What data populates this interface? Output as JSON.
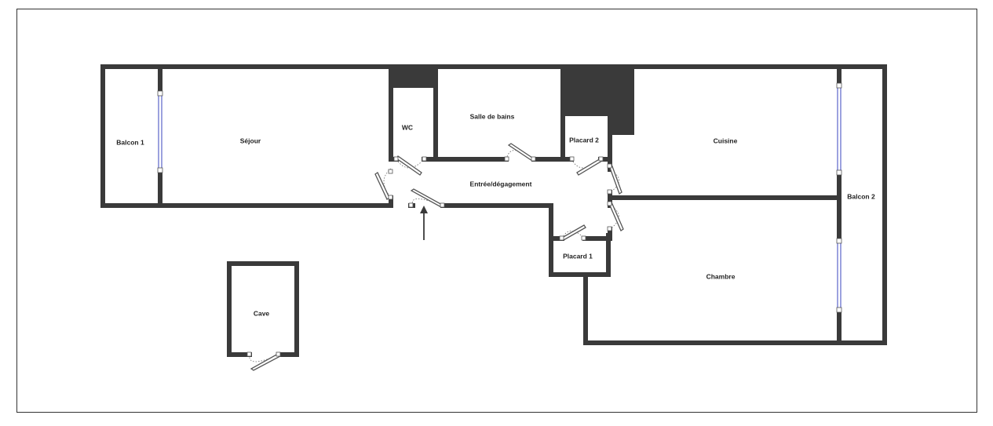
{
  "plan": {
    "rooms": {
      "balcon1": "Balcon 1",
      "sejour": "Séjour",
      "wc": "WC",
      "salle_de_bains": "Salle de bains",
      "placard2": "Placard 2",
      "cuisine": "Cuisine",
      "balcon2": "Balcon 2",
      "entree": "Entrée/dégagement",
      "placard1": "Placard 1",
      "chambre": "Chambre",
      "cave": "Cave"
    },
    "colors": {
      "wall": "#3a3a3a",
      "window": "#5a63c9",
      "background": "#ffffff"
    },
    "entrance_marker": "arrow"
  }
}
